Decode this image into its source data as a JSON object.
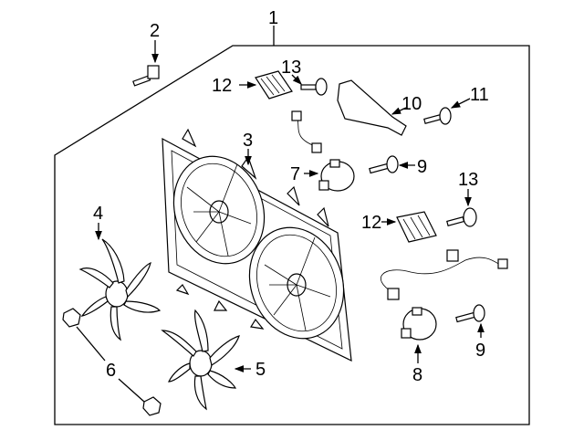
{
  "diagram": {
    "title": "Radiator cooling fan assembly parts diagram",
    "callouts": {
      "c1": "1",
      "c2": "2",
      "c3": "3",
      "c4": "4",
      "c5": "5",
      "c6": "6",
      "c7": "7",
      "c8": "8",
      "c9a": "9",
      "c9b": "9",
      "c10": "10",
      "c11": "11",
      "c12a": "12",
      "c12b": "12",
      "c13a": "13",
      "c13b": "13"
    }
  }
}
